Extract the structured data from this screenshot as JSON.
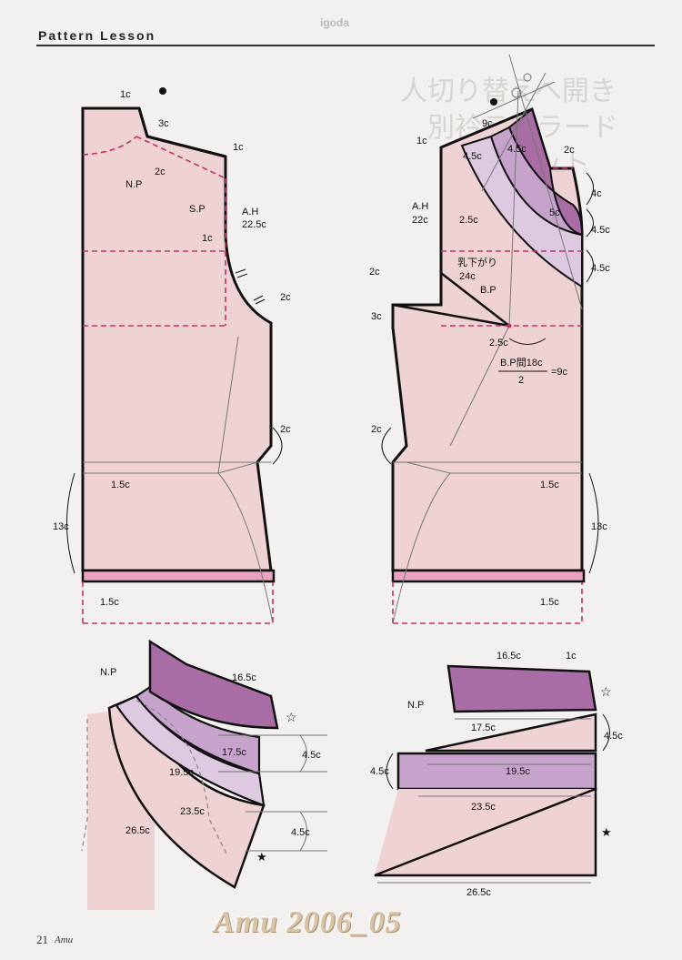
{
  "header": {
    "title": "Pattern Lesson",
    "site": "igoda"
  },
  "footer": {
    "page_number": "21",
    "brand": "Amu",
    "watermark": "Amu 2006_05"
  },
  "background_text": [
    "人切り替えへ開き",
    "別衿テーラード",
    "ジャケット"
  ],
  "colors": {
    "paper": "#f3f1ef",
    "body_fill": "#efd2d3",
    "hem_band": "#e8a3bf",
    "dash_line": "#c0306a",
    "outline": "#111111",
    "panel_dark": "#a86da4",
    "panel_mid": "#c6a3cb",
    "panel_light": "#ddc9e0"
  },
  "back_bodice": {
    "labels": {
      "np": "N.P",
      "sp": "S.P",
      "ah_title": "A.H",
      "ah_value": "22.5c",
      "neck_1c": "1c",
      "neck_3c": "3c",
      "neck_2c": "2c",
      "shoulder_1c": "1c",
      "armhole_1c": "1c",
      "underarm_2c": "2c",
      "side_2c": "2c",
      "waist_1_5c": "1.5c",
      "length_13c": "13c",
      "hem_1_5c": "1.5c"
    }
  },
  "front_bodice": {
    "labels": {
      "shoulder_1c": "1c",
      "neck_9c": "9c",
      "collar_4_5c": "4.5c",
      "top_4_5c": "4.5c",
      "panel_2c": "2c",
      "right_4c": "4c",
      "panel_5c": "5c",
      "right_4_5c_a": "4.5c",
      "right_4_5c_b": "4.5c",
      "ah_title": "A.H",
      "ah_value": "22c",
      "panel_2_5c": "2.5c",
      "chichi_title": "乳下がり",
      "chichi_value": "24c",
      "bp": "B.P",
      "dart_2c": "2c",
      "dart_3c": "3c",
      "bp_2_5c": "2.5c",
      "bp_formula_top": "B.P間18c",
      "bp_formula_bottom": "2",
      "bp_formula_result": "=9c",
      "side_2c": "2c",
      "waist_1_5c": "1.5c",
      "length_13c": "13c",
      "hem_1_5c": "1.5c"
    }
  },
  "collar_draft": {
    "labels": {
      "np": "N.P",
      "w16_5c": "16.5c",
      "w17_5c": "17.5c",
      "gap_4_5c_a": "4.5c",
      "w19_5c": "19.5c",
      "w23_5c": "23.5c",
      "gap_4_5c_b": "4.5c",
      "w26_5c": "26.5c"
    }
  },
  "collar_pieces": {
    "labels": {
      "w16_5c": "16.5c",
      "top_1c": "1c",
      "np": "N.P",
      "w17_5c": "17.5c",
      "gap_4_5c": "4.5c",
      "left_4_5c": "4.5c",
      "w19_5c": "19.5c",
      "w23_5c": "23.5c",
      "w26_5c": "26.5c"
    }
  }
}
